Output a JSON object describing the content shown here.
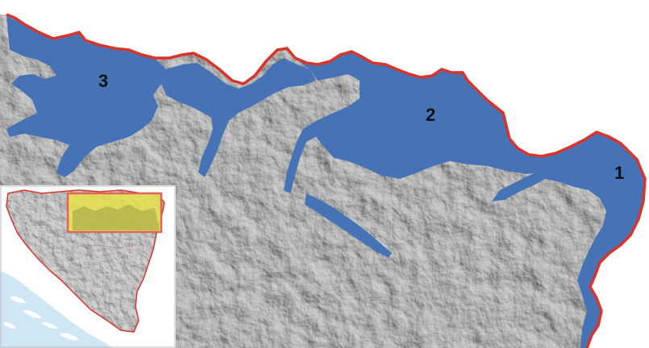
{
  "map": {
    "zones": [
      {
        "id": "zone-1",
        "label": "1"
      },
      {
        "id": "zone-2",
        "label": "2"
      },
      {
        "id": "zone-3",
        "label": "3"
      }
    ],
    "colors": {
      "basin": "#4673b6",
      "border": "#d9342b",
      "terrain_light": "#a9a9a9",
      "terrain_mid": "#7d7d7d",
      "terrain_dark": "#4f4f4f",
      "inset_highlight": "#e6e04a",
      "inset_frame": "#e0645a",
      "sea": "#cfe6f5",
      "background": "#ffffff"
    }
  },
  "inset": {
    "name": "locator-inset",
    "highlight_color": "#e6e04a",
    "frame_color": "#e0645a"
  }
}
